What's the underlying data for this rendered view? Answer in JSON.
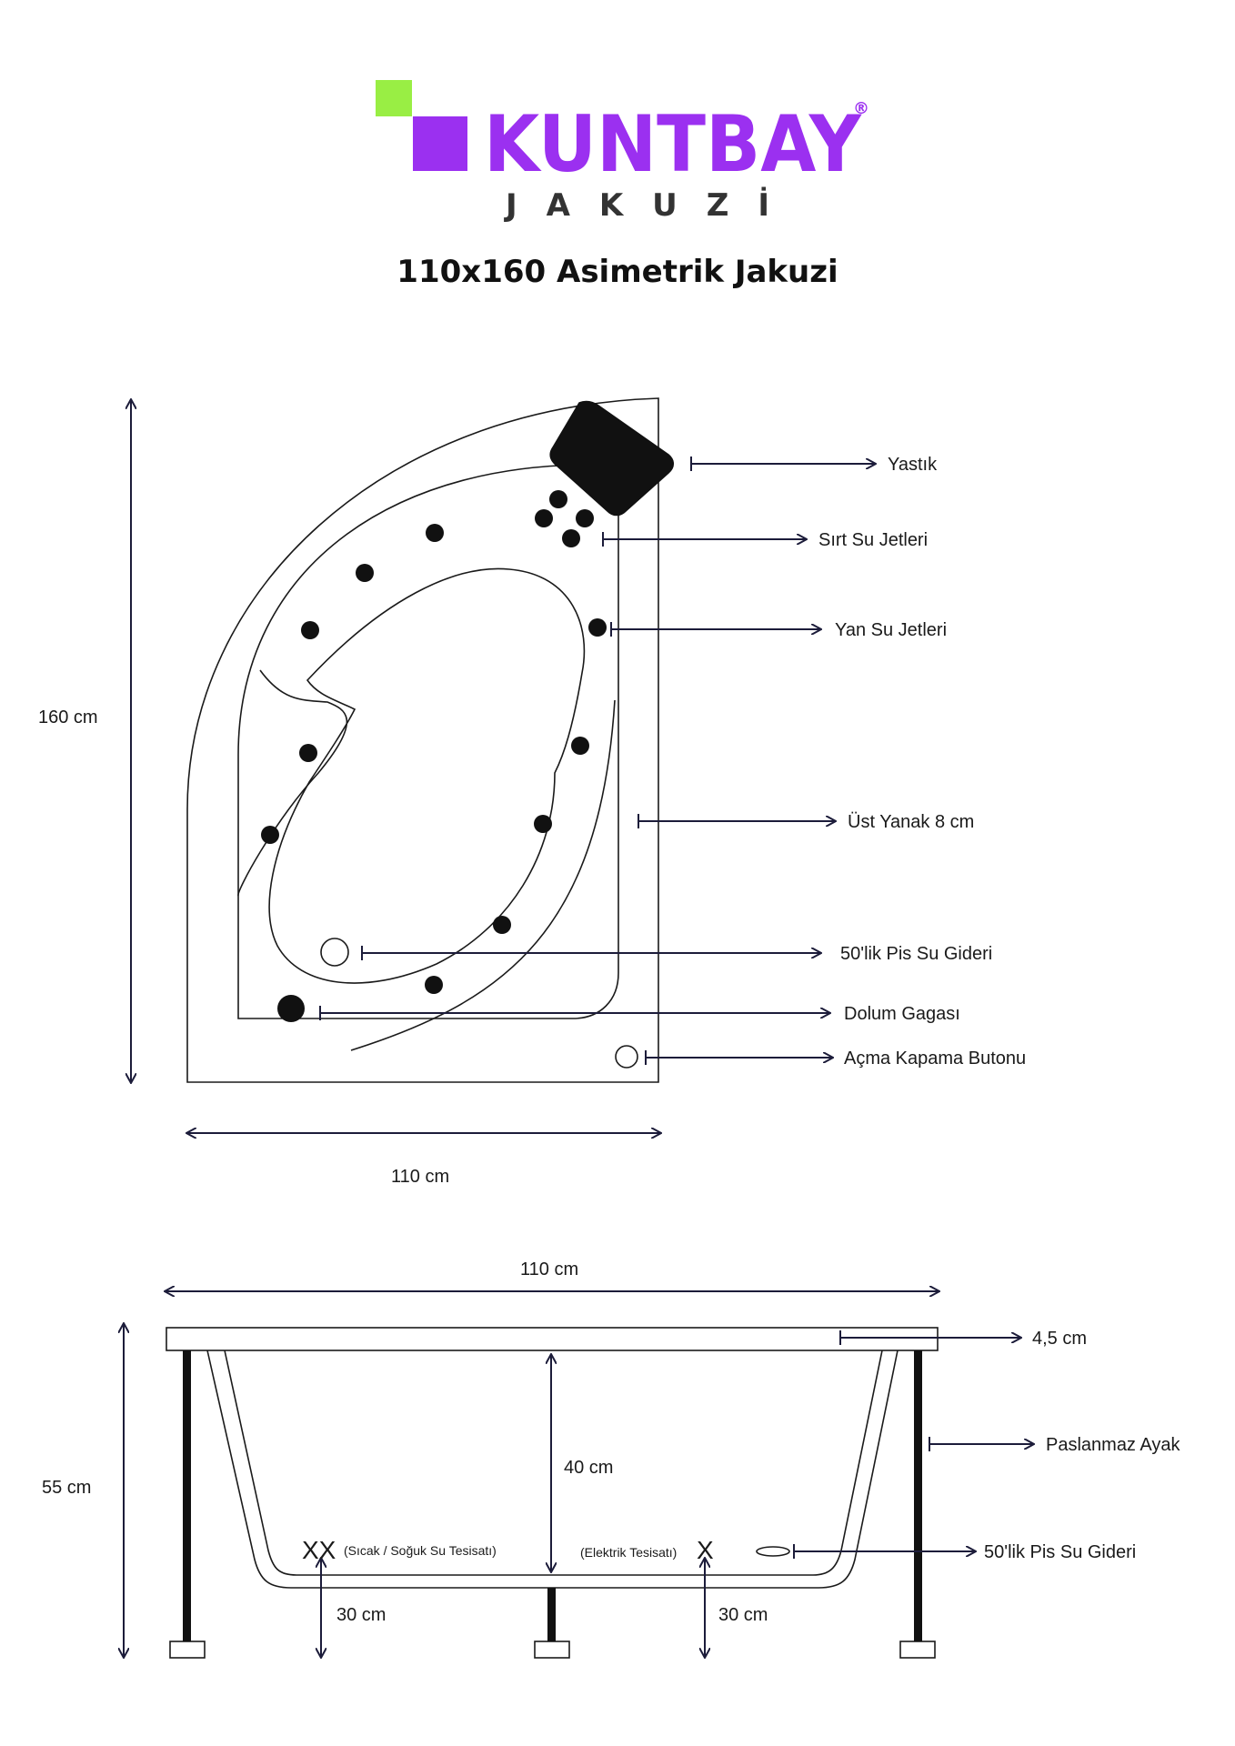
{
  "brand": {
    "name": "KUNTBAY",
    "subtitle": "J A K U Z İ",
    "registered": "®",
    "color_primary": "#9b30f0",
    "color_accent": "#99ee44"
  },
  "title": "110x160 Asimetrik Jakuzi",
  "top_view": {
    "dim_height": "160 cm",
    "dim_width": "110 cm",
    "labels": {
      "pillow": "Yastık",
      "back_jets": "Sırt Su Jetleri",
      "side_jets": "Yan Su Jetleri",
      "rim": "Üst Yanak 8 cm",
      "drain": "50'lik Pis Su Gideri",
      "filler": "Dolum Gagası",
      "button": "Açma Kapama Butonu"
    }
  },
  "side_view": {
    "dim_width": "110 cm",
    "dim_height": "55 cm",
    "dim_depth": "40 cm",
    "labels": {
      "rim_thickness": "4,5 cm",
      "legs": "Paslanmaz Ayak",
      "drain": "50'lik Pis Su Gideri",
      "plumbing_mark": "XX",
      "plumbing": "(Sıcak / Soğuk Su Tesisatı)",
      "electric": "(Elektrik Tesisatı)",
      "electric_mark": "X",
      "plumbing_height": "30 cm",
      "electric_height": "30 cm"
    }
  },
  "colors": {
    "line": "#1a1a1a",
    "arrow": "#1c1c3a"
  }
}
